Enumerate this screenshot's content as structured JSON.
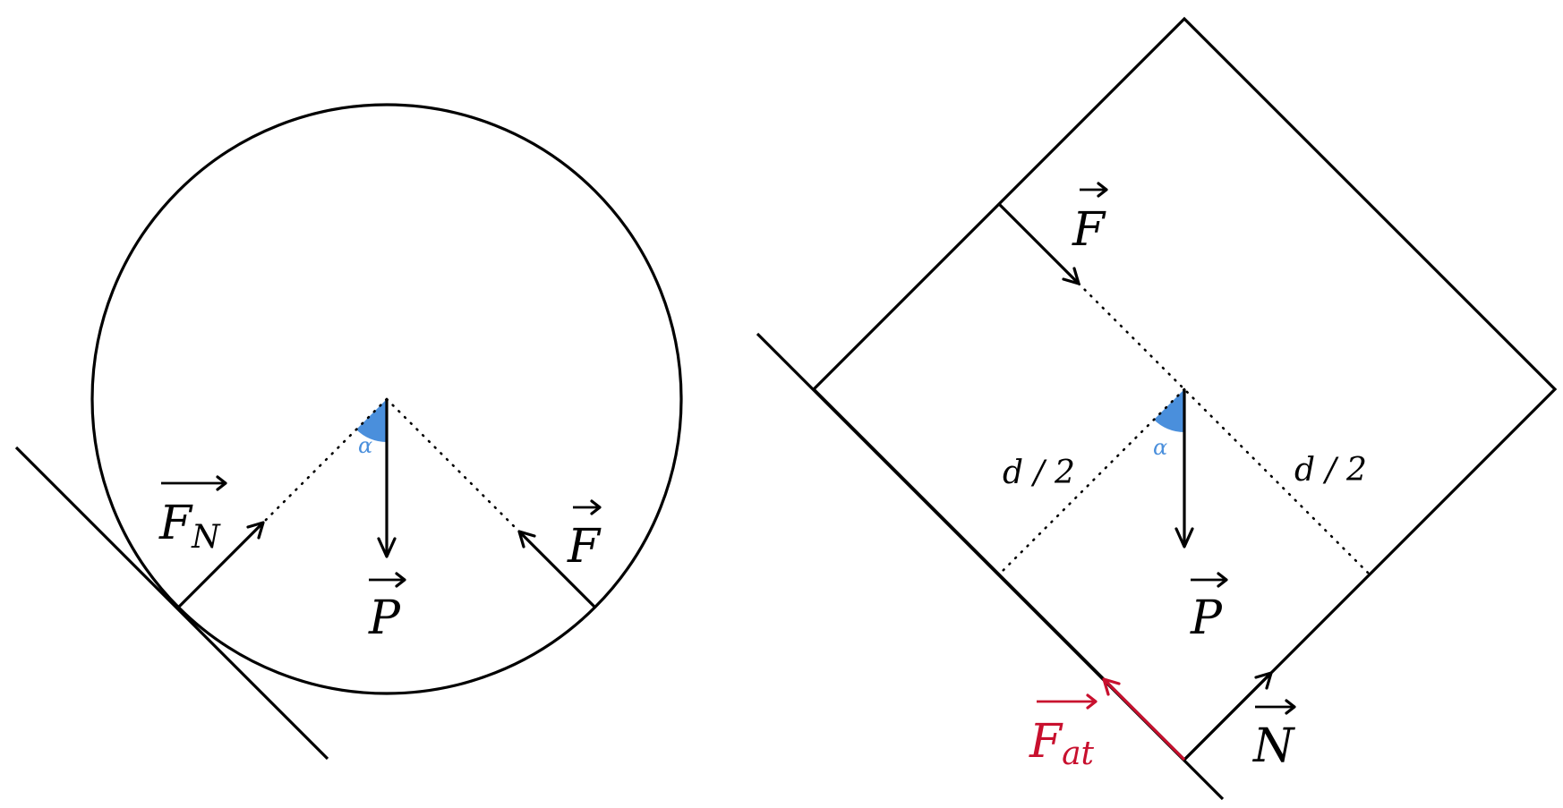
{
  "left_diagram": {
    "labels": {
      "normal_force": "F",
      "normal_force_sub": "N",
      "weight": "P",
      "force": "F",
      "angle": "α"
    }
  },
  "right_diagram": {
    "labels": {
      "force": "F",
      "weight": "P",
      "angle": "α",
      "half_dist_left": "d / 2",
      "half_dist_right": "d / 2",
      "friction": "F",
      "friction_sub": "at",
      "normal": "N"
    }
  },
  "colors": {
    "line": "#000000",
    "angle_fill": "#4a8fdc",
    "friction": "#c8102e"
  }
}
